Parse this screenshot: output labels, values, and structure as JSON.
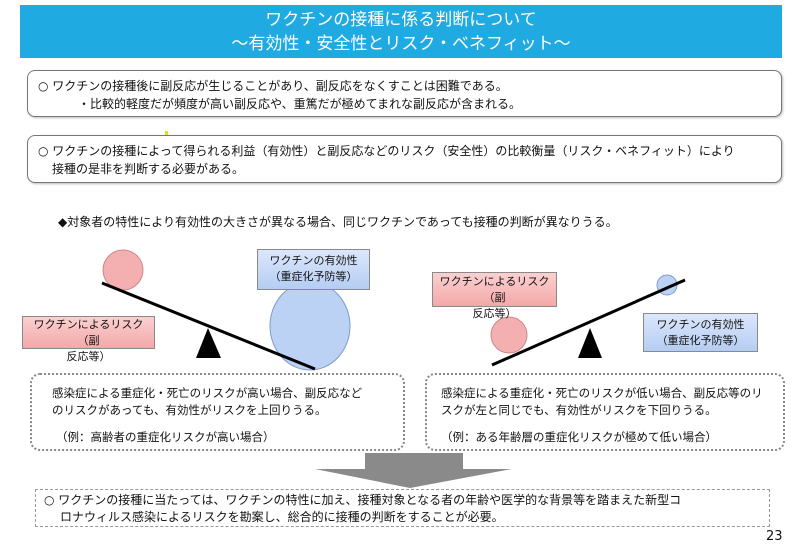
{
  "title": {
    "line1": "ワクチンの接種に係る判断について",
    "line2": "～有効性・安全性とリスク・ベネフィット～"
  },
  "box1": {
    "line1": "○  ワクチンの接種後に副反応が生じることがあり、副反応をなくすことは困難である。",
    "line2": "・比較的軽度だが頻度が高い副反応や、重篤だが極めてまれな副反応が含まれる。"
  },
  "box2": {
    "line1": "○  ワクチンの接種によって得られる利益（有効性）と副反応などのリスク（安全性）の比較衡量（リスク・ベネフィット）により",
    "line2": "接種の是非を判断する必要がある。"
  },
  "note": "◆対象者の特性により有効性の大きさが異なる場合、同じワクチンであっても接種の判断が異なりうる。",
  "left": {
    "risk_label": [
      "ワクチンによるリスク（副",
      "反応等）"
    ],
    "benefit_label": [
      "ワクチンの有効性",
      "（重症化予防等）"
    ],
    "desc1": "感染症による重症化・死亡のリスクが高い場合、副反応など",
    "desc2": "のリスクがあっても、有効性がリスクを上回りうる。",
    "example": "（例：高齢者の重症化リスクが高い場合）"
  },
  "right": {
    "risk_label": [
      "ワクチンによるリスク（副",
      "反応等）"
    ],
    "benefit_label": [
      "ワクチンの有効性",
      "（重症化予防等）"
    ],
    "desc1": "感染症による重症化・死亡のリスクが低い場合、副反応等のリ",
    "desc2": "スクが左と同じでも、有効性がリスクを下回りうる。",
    "example": "（例：ある年齢層の重症化リスクが極めて低い場合）"
  },
  "conclusion": {
    "line1": "○  ワクチンの接種に当たっては、ワクチンの特性に加え、接種対象となる者の年齢や医学的な背景等を踏まえた新型コ",
    "line2": "ロナウィルス感染によるリスクを勘案し、総合的に接種の判断をすることが必要。"
  },
  "page_number": "23",
  "colors": {
    "banner": "#1faae2",
    "risk": "#f3a8a8",
    "benefit": "#b5cdf3"
  }
}
